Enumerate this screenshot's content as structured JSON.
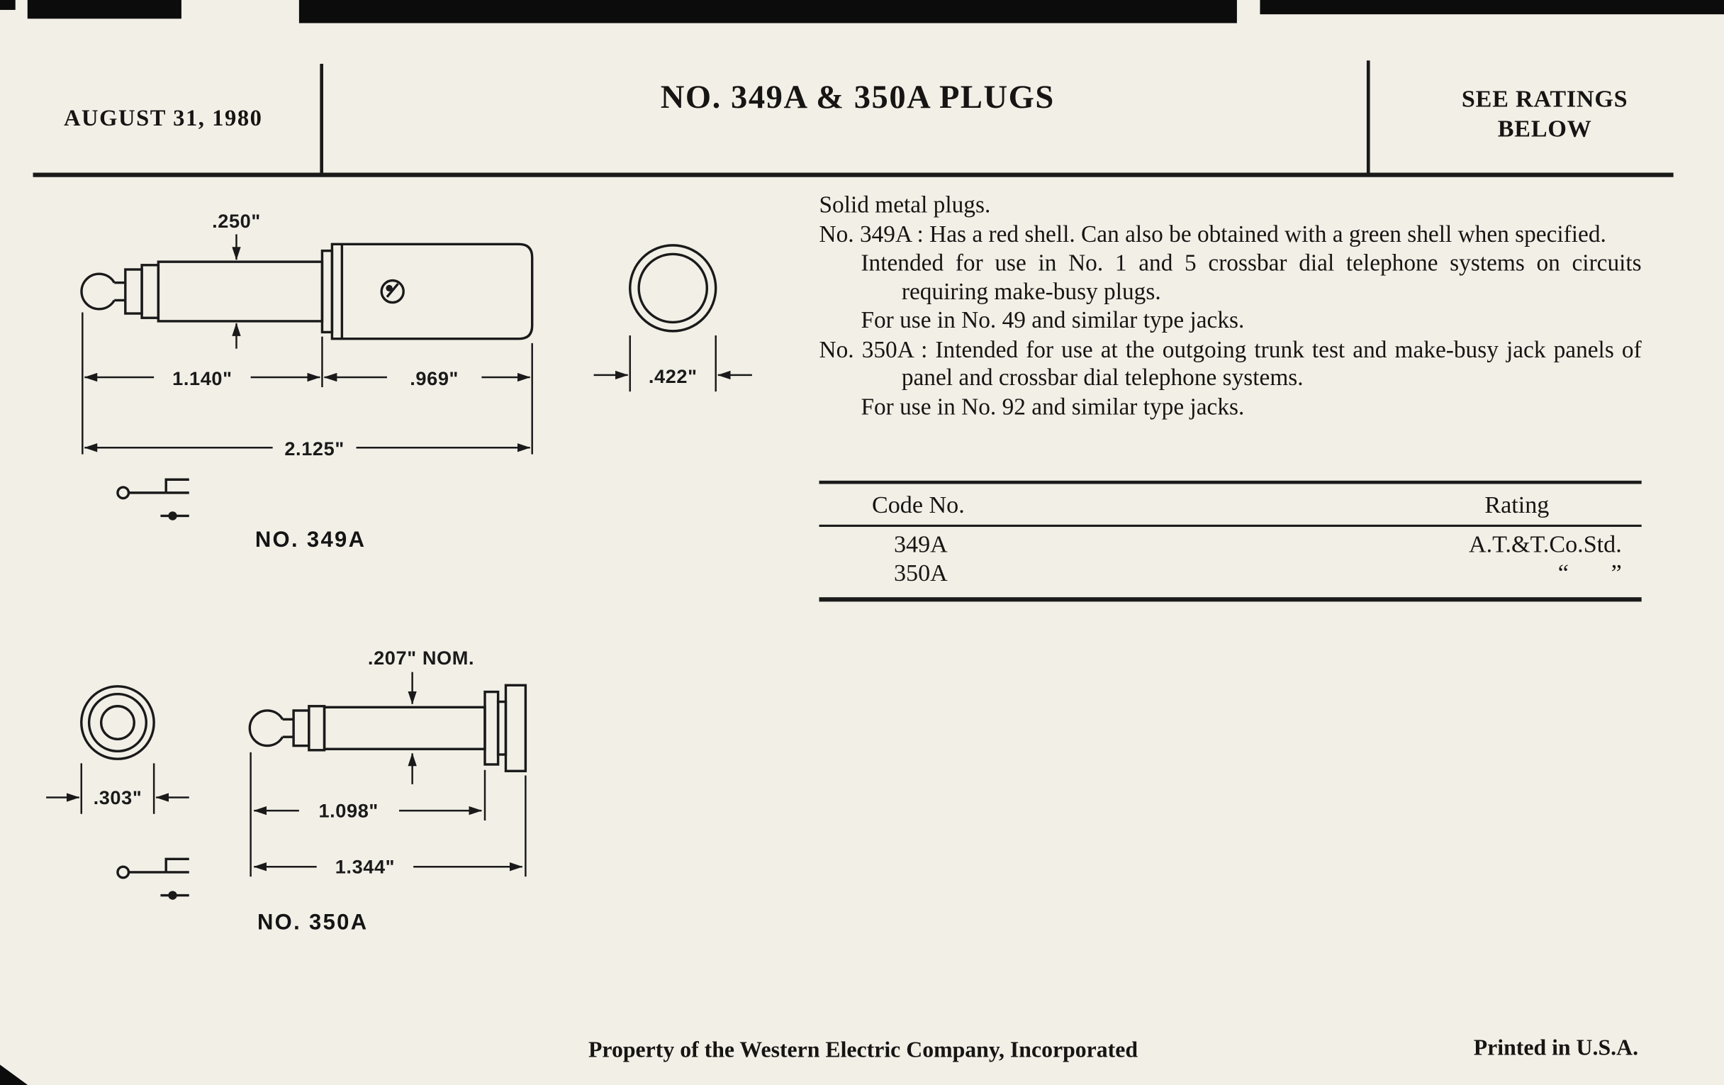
{
  "colors": {
    "paper": "#f2efe7",
    "ink": "#1a1a1a"
  },
  "header": {
    "date": "AUGUST 31, 1980",
    "title": "NO. 349A & 350A PLUGS",
    "ratings_line1": "SEE RATINGS",
    "ratings_line2": "BELOW"
  },
  "description": {
    "intro": "Solid metal plugs.",
    "p349": "No. 349A : Has a red shell. Can also be obtained with a green shell when specified.",
    "p349_intended": "Intended for use in No. 1 and 5 crossbar dial telephone systems on circuits requiring make-busy plugs.",
    "p349_use": "For use in No. 49 and similar type jacks.",
    "p350": "No. 350A : Intended for use at the outgoing trunk test and make-busy jack panels of panel and crossbar dial telephone systems.",
    "p350_use": "For use in No. 92 and similar type jacks."
  },
  "table": {
    "col_code": "Code No.",
    "col_rating": "Rating",
    "rows": [
      {
        "code": "349A",
        "rating": "A.T.&T.Co.Std."
      },
      {
        "code": "350A",
        "rating": "“       ”"
      }
    ]
  },
  "drawings": {
    "plug349": {
      "dim_250": ".250\"",
      "dim_1140": "1.140\"",
      "dim_969": ".969\"",
      "dim_2125": "2.125\"",
      "dim_422": ".422\"",
      "label": "NO. 349A"
    },
    "plug350": {
      "dim_207": ".207\" NOM.",
      "dim_303": ".303\"",
      "dim_1098": "1.098\"",
      "dim_1344": "1.344\"",
      "label": "NO. 350A"
    }
  },
  "footer": {
    "property": "Property of the Western Electric Company, Incorporated",
    "printed": "Printed in U.S.A."
  }
}
